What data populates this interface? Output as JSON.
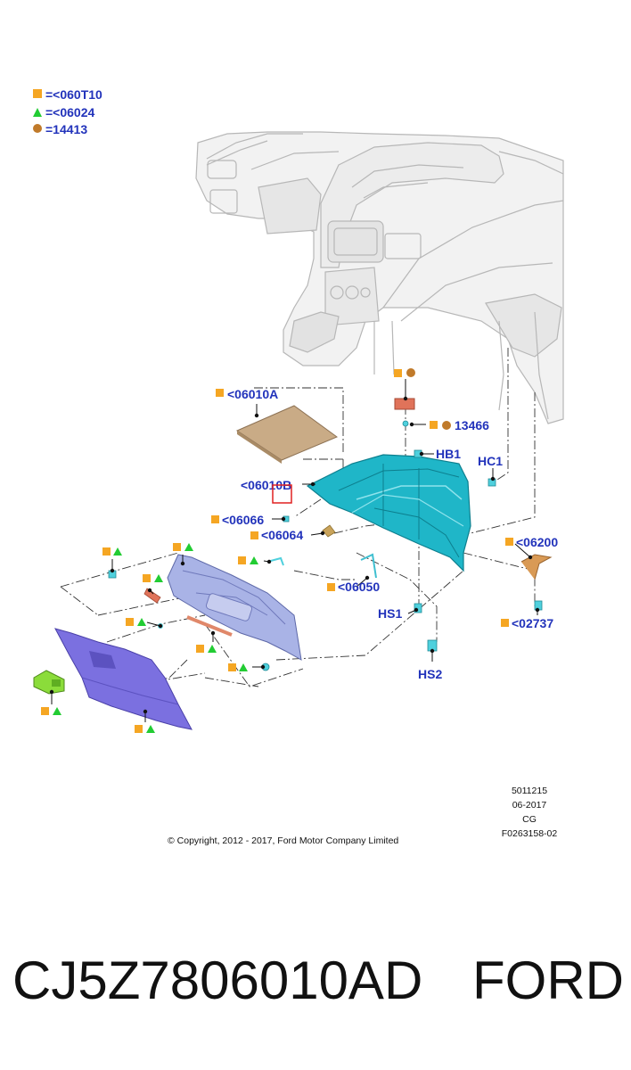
{
  "legend": [
    {
      "symbol": "square",
      "color": "#f5a623",
      "text": "=<060T10"
    },
    {
      "symbol": "triangle",
      "color": "#22cc33",
      "text": "=<06024"
    },
    {
      "symbol": "circle",
      "color": "#c07a2a",
      "text": "=14413"
    }
  ],
  "callouts": {
    "c06010A": "<06010A",
    "c13466": "13466",
    "HB1": "HB1",
    "HC1": "HC1",
    "c06010B": "<06010B",
    "c06066": "<06066",
    "c06064": "<06064",
    "c06200": "<06200",
    "c06050": "<06050",
    "HS1": "HS1",
    "c02737": "<02737",
    "HS2": "HS2"
  },
  "info_block": {
    "line1": "5011215",
    "line2": "06-2017",
    "line3": "CG",
    "line4": "F0263158-02"
  },
  "copyright": "© Copyright, 2012 - 2017, Ford Motor Company Limited",
  "bottom": {
    "part_number": "CJ5Z7806010AD",
    "brand": "FORD"
  },
  "colors": {
    "label": "#2233bb",
    "square_marker": "#f5a623",
    "triangle_marker": "#22cc33",
    "circle_marker": "#c07a2a",
    "glovebox_teal": "#1fb6c8",
    "door_purple": "#7b70e0",
    "liner_gray": "#a9b3e6",
    "pad_tan": "#c9ab86",
    "highlight_box": "#e02020"
  }
}
